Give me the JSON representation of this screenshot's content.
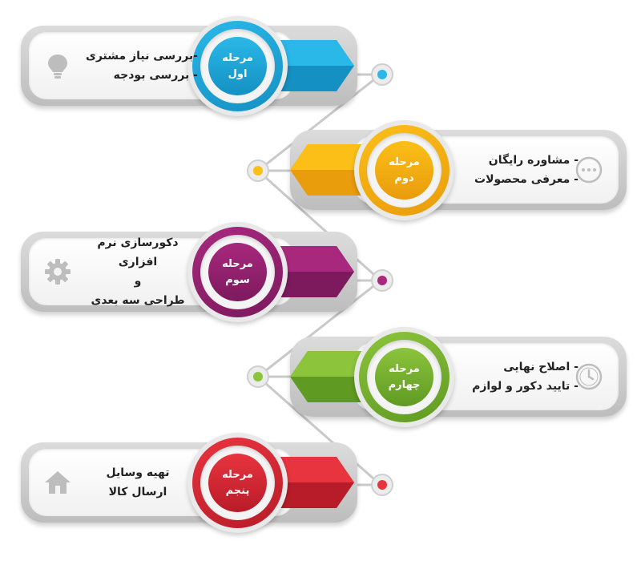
{
  "steps": [
    {
      "badge": [
        "مرحله",
        "اول"
      ],
      "lines": [
        "-بررسی نیاز مشتری",
        "- بررسی بودجه"
      ],
      "icon": "lightbulb-icon",
      "color": "#29b8e8",
      "color_dark": "#1590c2"
    },
    {
      "badge": [
        "مرحله",
        "دوم"
      ],
      "lines": [
        "- مشاوره رایگان",
        "- معرفی محصولات"
      ],
      "icon": "chat-bubble-icon",
      "color": "#fbbf18",
      "color_dark": "#e99c0c"
    },
    {
      "badge": [
        "مرحله",
        "سوم"
      ],
      "lines": [
        "دکورسازی نرم افزاری",
        "و",
        "طراحی سه بعدی"
      ],
      "icon": "gear-icon",
      "color": "#a8287e",
      "color_dark": "#7c1a5d"
    },
    {
      "badge": [
        "مرحله",
        "چهارم"
      ],
      "lines": [
        "- اصلاح نهایی",
        "- تایید دکور و لوازم"
      ],
      "icon": "clock-icon",
      "color": "#8cc43c",
      "color_dark": "#5f9a22"
    },
    {
      "badge": [
        "مرحله",
        "پنجم"
      ],
      "lines": [
        "تهیه وسایل",
        "ارسال کالا"
      ],
      "icon": "home-icon",
      "color": "#e8343f",
      "color_dark": "#b71c28"
    }
  ],
  "connector_color": "#c8c8c8"
}
